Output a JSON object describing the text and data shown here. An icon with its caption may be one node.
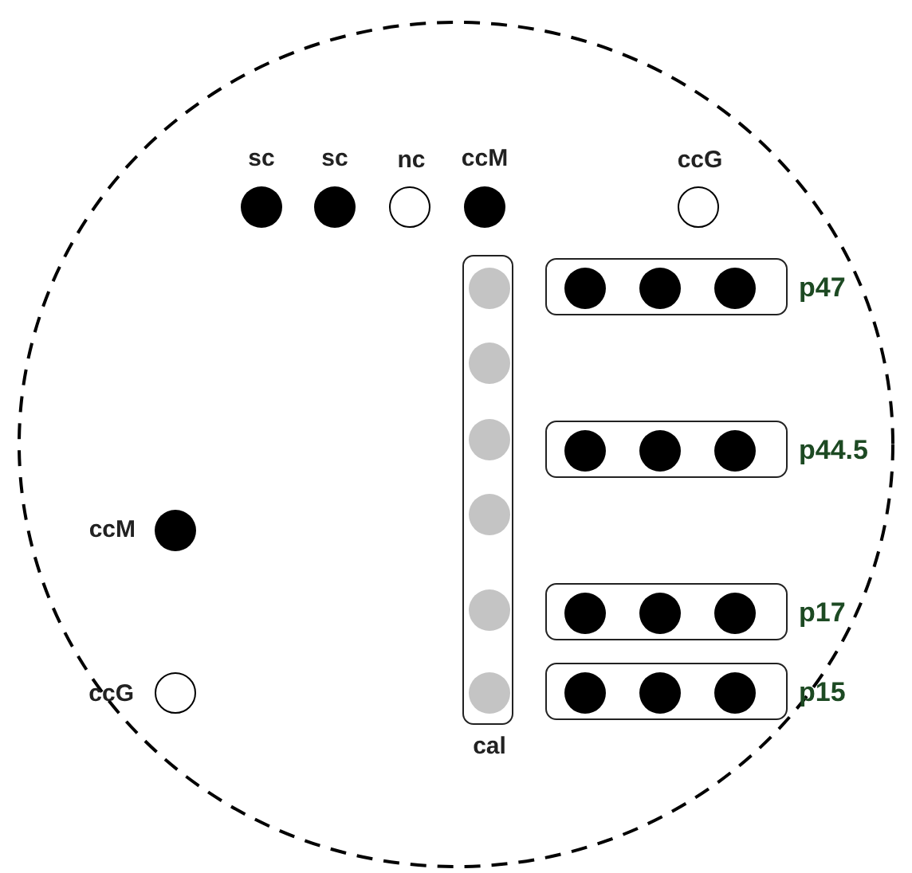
{
  "diagram": {
    "nodes": [
      {
        "text": [],
        "shape": "circle"
      },
      {
        "text": [],
        "shape": "circle",
        "in": 0,
        "beside": [
          "sc"
        ]
      },
      {
        "text": [],
        "shape": "circle",
        "in": 0,
        "beside": [
          "sc"
        ]
      },
      {
        "text": [],
        "shape": "circle",
        "in": 0,
        "beside": [
          "nc"
        ]
      },
      {
        "text": [],
        "shape": "circle",
        "in": 0,
        "beside": [
          "ccM"
        ]
      },
      {
        "text": [],
        "shape": "circle",
        "in": 0,
        "beside": [
          "ccG"
        ]
      },
      {
        "text": [
          "cal"
        ],
        "in": 0
      },
      {
        "text": [],
        "shape": "circle",
        "in": 6
      },
      {
        "text": [],
        "shape": "circle",
        "in": 6
      },
      {
        "text": [],
        "shape": "circle",
        "in": 6
      },
      {
        "text": [],
        "shape": "circle",
        "in": 6
      },
      {
        "text": [],
        "shape": "circle",
        "in": 6
      },
      {
        "text": [],
        "shape": "circle",
        "in": 6
      },
      {
        "text": [
          "p47"
        ],
        "in": 0
      },
      {
        "text": [],
        "shape": "circle",
        "in": 13
      },
      {
        "text": [],
        "shape": "circle",
        "in": 13
      },
      {
        "text": [],
        "shape": "circle",
        "in": 13
      },
      {
        "text": [
          "p44.5"
        ],
        "in": 0
      },
      {
        "text": [],
        "shape": "circle",
        "in": 17
      },
      {
        "text": [],
        "shape": "circle",
        "in": 17
      },
      {
        "text": [],
        "shape": "circle",
        "in": 17
      },
      {
        "text": [
          "p17"
        ],
        "in": 0
      },
      {
        "text": [],
        "shape": "circle",
        "in": 21
      },
      {
        "text": [],
        "shape": "circle",
        "in": 21
      },
      {
        "text": [],
        "shape": "circle",
        "in": 21
      },
      {
        "text": [
          "p15"
        ],
        "in": 0
      },
      {
        "text": [],
        "shape": "circle",
        "in": 25
      },
      {
        "text": [],
        "shape": "circle",
        "in": 25
      },
      {
        "text": [],
        "shape": "circle",
        "in": 25
      },
      {
        "text": [],
        "shape": "circle",
        "in": 0,
        "beside": [
          "ccM"
        ]
      },
      {
        "text": [],
        "shape": "circle",
        "in": 0,
        "beside": [
          "ccG"
        ]
      }
    ],
    "edges": []
  }
}
